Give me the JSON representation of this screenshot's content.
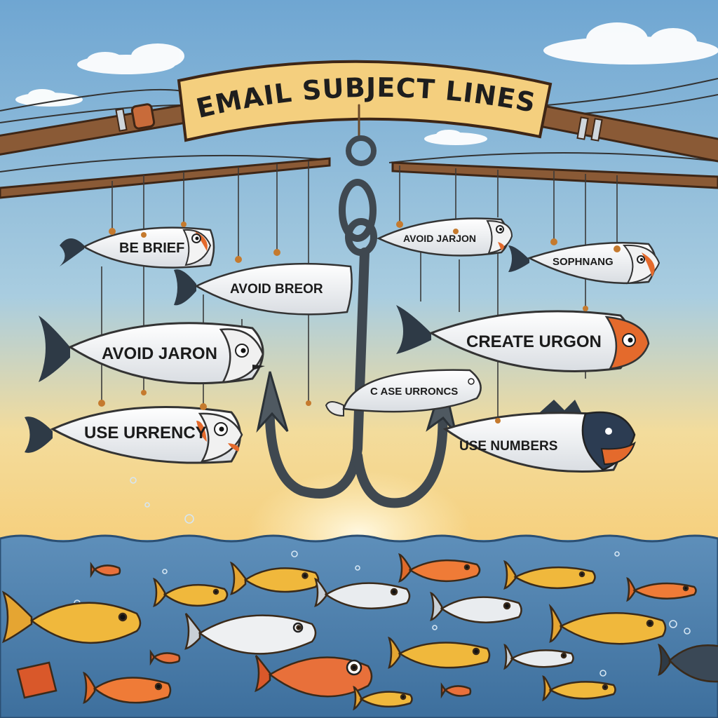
{
  "banner": {
    "title": "EMAIL SUBJECT LINES"
  },
  "fish_labels": [
    {
      "id": "be-brief",
      "text": "BE BRIEF"
    },
    {
      "id": "avoid-breor",
      "text": "AVOID BREOR"
    },
    {
      "id": "avoid-jaron-large",
      "text": "AVOID JARON"
    },
    {
      "id": "use-urrency",
      "text": "USE URRENCY"
    },
    {
      "id": "avoid-jarjon-small",
      "text": "AVOID JARJON"
    },
    {
      "id": "sophnang",
      "text": "SOPHNANG"
    },
    {
      "id": "create-urgon",
      "text": "CREATE URGON"
    },
    {
      "id": "case-urroncs",
      "text": "C ASE URRONCS"
    },
    {
      "id": "use-numbers",
      "text": "USE NUMBERS"
    }
  ],
  "colors": {
    "sky_top": "#6fa6d2",
    "sky_bottom": "#f6d58a",
    "sea": "#4c7fab",
    "banner": "#f4cf7e",
    "pole": "#8a5a36",
    "hook": "#4f5961",
    "fish_body": "#f2f2f2",
    "fish_accent": "#e46a2c"
  }
}
